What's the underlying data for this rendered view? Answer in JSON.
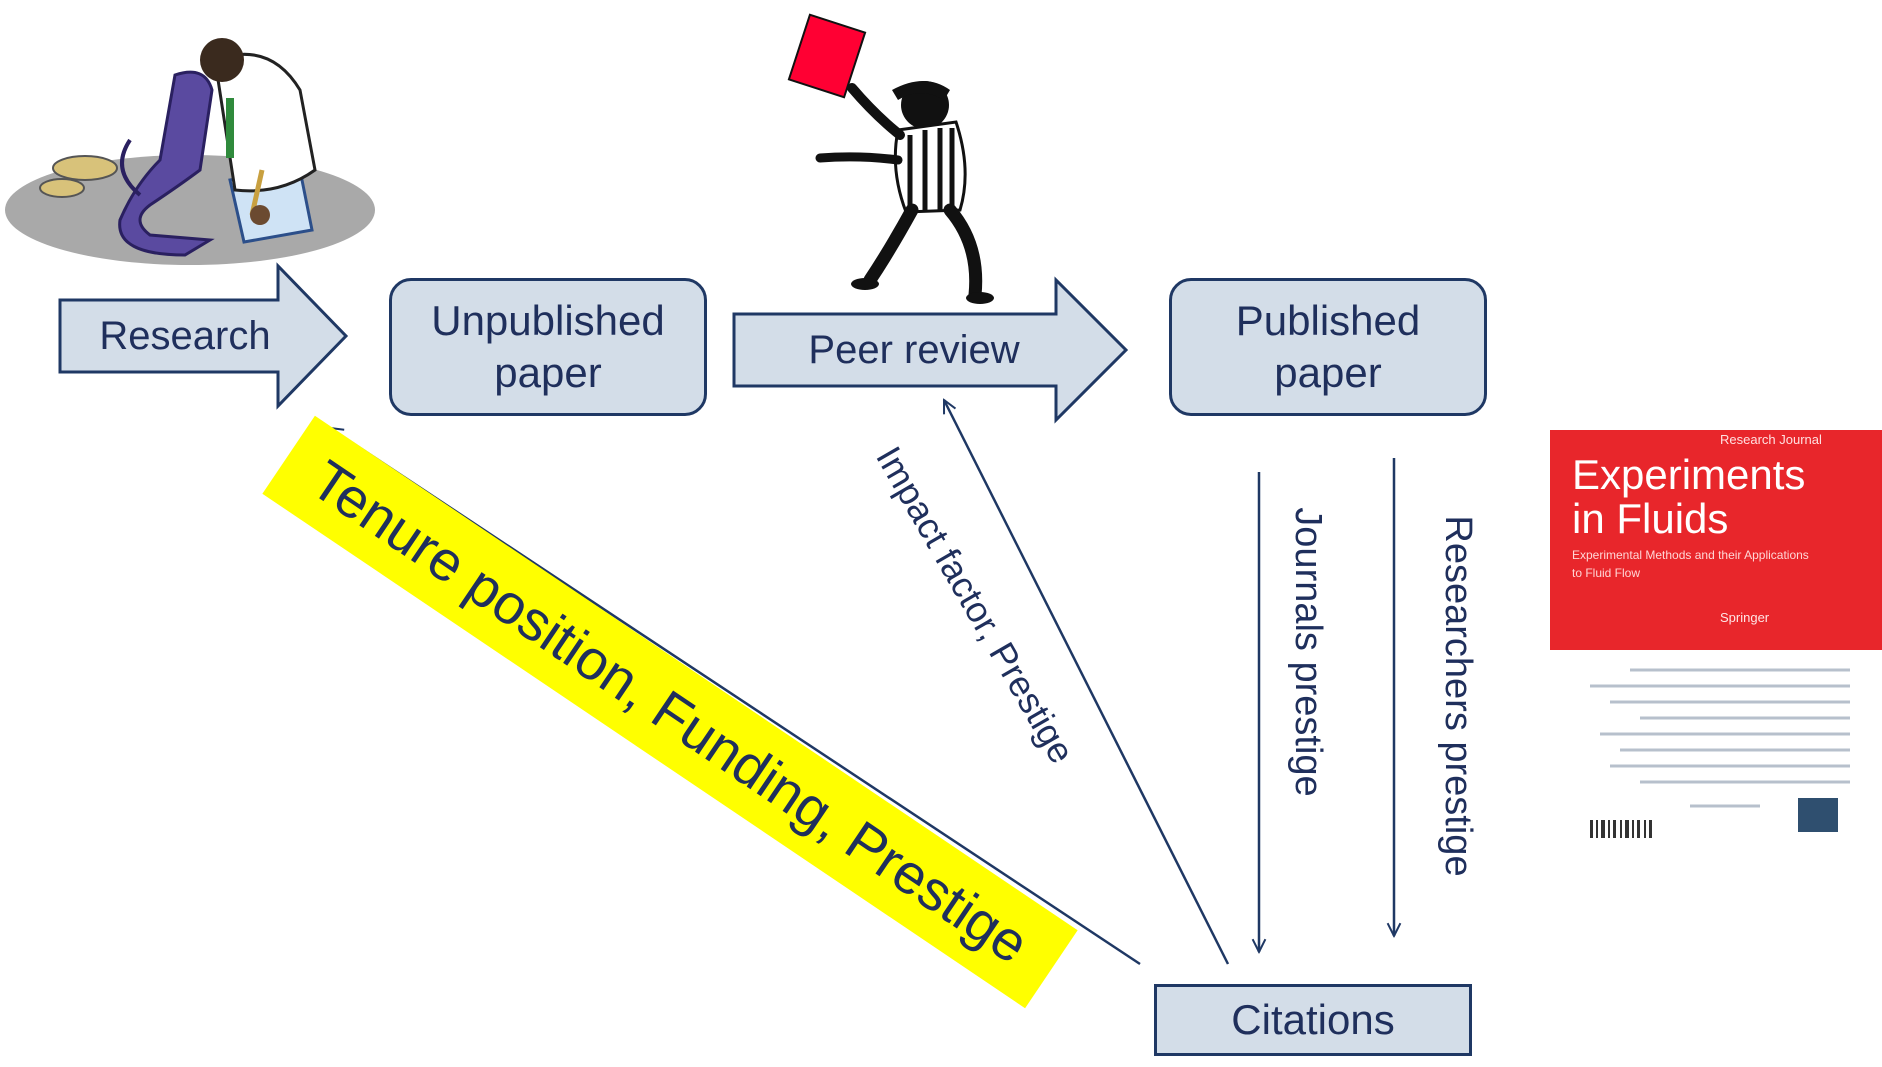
{
  "nodes": {
    "research": "Research",
    "unpublished_line1": "Unpublished",
    "unpublished_line2": "paper",
    "peer_review": "Peer review",
    "published_line1": "Published",
    "published_line2": "paper",
    "citations": "Citations"
  },
  "edge_labels": {
    "tenure": "Tenure position, Funding, Prestige",
    "impact": "Impact factor, Prestige",
    "journals": "Journals prestige",
    "researchers": "Researchers prestige"
  },
  "journal_cover": {
    "title_line1": "Experiments",
    "title_line2": "in Fluids",
    "subtitle": "Experimental Methods and their Applications to Fluid Flow",
    "header": "Research Journal",
    "publisher": "Springer"
  },
  "colors": {
    "box_fill": "#d3dde8",
    "box_border": "#1f3864",
    "text": "#1f2f5c",
    "highlight": "#ffff00",
    "cover_red": "#e8262b"
  },
  "icons": [
    "scientist-microscope-illustration",
    "referee-red-card-illustration"
  ]
}
